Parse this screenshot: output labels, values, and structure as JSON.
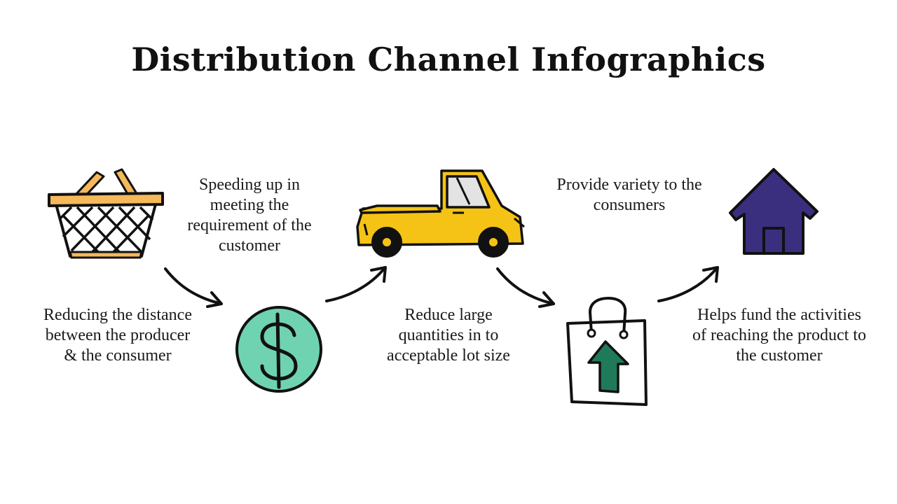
{
  "title": "Distribution Channel Infographics",
  "steps": [
    {
      "icon": "basket-icon",
      "text": "Reducing the distance between the producer & the consumer"
    },
    {
      "icon": "dollar-coin-icon",
      "text": "Speeding up in meeting the requirement of the customer"
    },
    {
      "icon": "truck-icon",
      "text": "Reduce large quantities in to acceptable lot size"
    },
    {
      "icon": "shopping-bag-icon",
      "text": "Provide variety to the consumers"
    },
    {
      "icon": "house-icon",
      "text": "Helps fund the activities of reaching the product to the customer"
    }
  ],
  "colors": {
    "basket": "#f5b85a",
    "coin": "#6fd3b1",
    "truck": "#f5c315",
    "bag_arrow": "#1f7a5a",
    "house": "#3a2f7f",
    "outline": "#111111"
  }
}
